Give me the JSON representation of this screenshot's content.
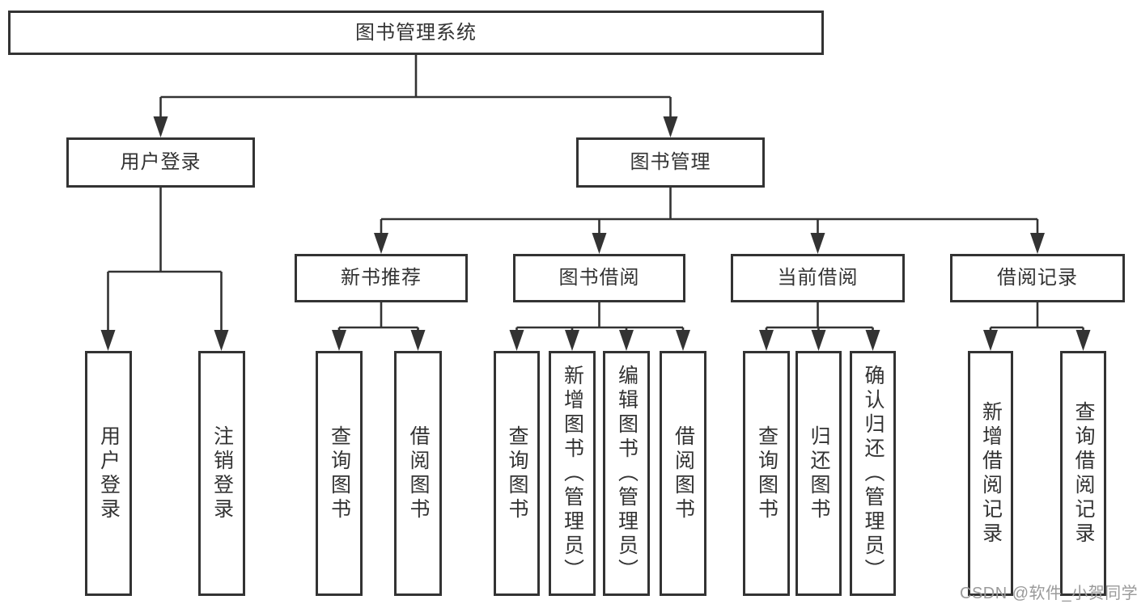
{
  "colors": {
    "line": "#333333",
    "text": "#333333",
    "watermark": "#9a9a9a",
    "background": "#ffffff"
  },
  "nodes": {
    "root": "图书管理系统",
    "user_login": "用户登录",
    "book_management": "图书管理",
    "new_book_recommend": "新书推荐",
    "book_borrow": "图书借阅",
    "current_borrow": "当前借阅",
    "borrow_record": "借阅记录",
    "leaf_user_login": "用户登录",
    "leaf_logout": "注销登录",
    "leaf_rec_query_book": "查询图书",
    "leaf_rec_borrow_book": "借阅图书",
    "leaf_bb_query_book": "查询图书",
    "leaf_bb_add_book": "新增图书（管理员）",
    "leaf_bb_edit_book": "编辑图书（管理员）",
    "leaf_bb_borrow_book": "借阅图书",
    "leaf_cb_query_book": "查询图书",
    "leaf_cb_return_book": "归还图书",
    "leaf_cb_confirm_return": "确认归还（管理员）",
    "leaf_br_add_record": "新增借阅记录",
    "leaf_br_query_record": "查询借阅记录"
  },
  "hierarchy": {
    "图书管理系统": {
      "用户登录": [
        "用户登录",
        "注销登录"
      ],
      "图书管理": {
        "新书推荐": [
          "查询图书",
          "借阅图书"
        ],
        "图书借阅": [
          "查询图书",
          "新增图书（管理员）",
          "编辑图书（管理员）",
          "借阅图书"
        ],
        "当前借阅": [
          "查询图书",
          "归还图书",
          "确认归还（管理员）"
        ],
        "借阅记录": [
          "新增借阅记录",
          "查询借阅记录"
        ]
      }
    }
  },
  "watermark": "CSDN @软件_小贺同学"
}
